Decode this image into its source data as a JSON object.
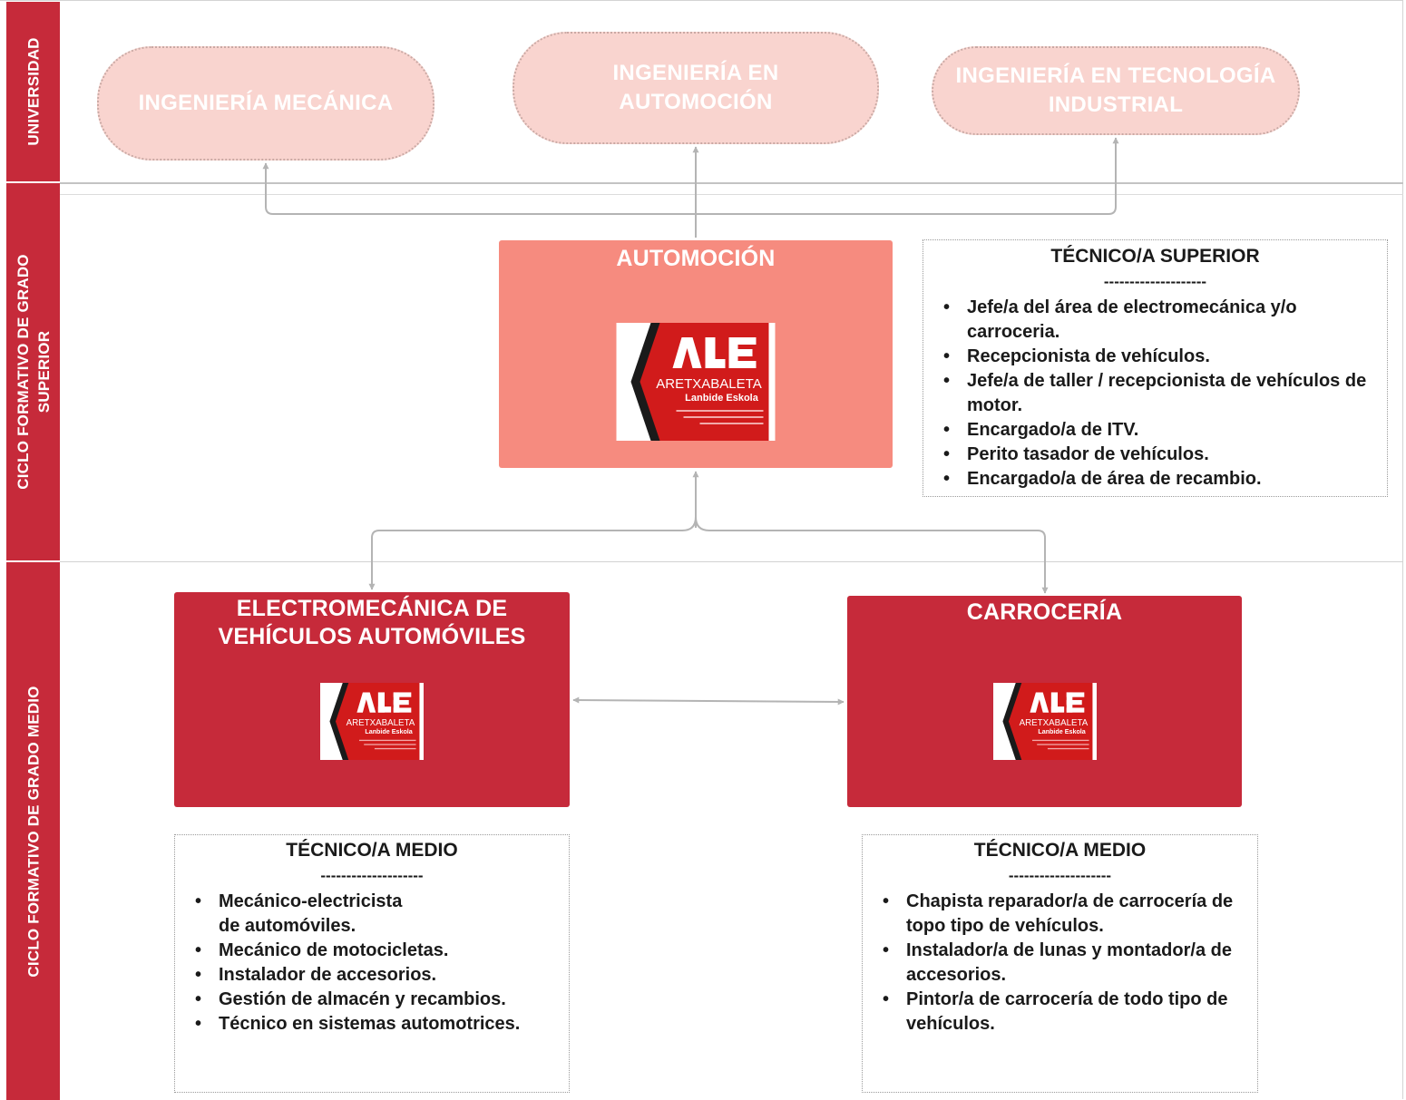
{
  "rows": {
    "universidad": [
      "UNIVERSIDAD"
    ],
    "superior": [
      "CICLO FORMATIVO DE GRADO",
      "SUPERIOR"
    ],
    "medio": [
      "CICLO FORMATIVO DE GRADO MEDIO"
    ]
  },
  "university": {
    "degrees": [
      [
        "INGENIERÍA MECÁNICA"
      ],
      [
        "INGENIERÍA EN",
        "AUTOMOCIÓN"
      ],
      [
        "INGENIERÍA EN TECNOLOGÍA",
        "INDUSTRIAL"
      ]
    ]
  },
  "programs": {
    "automocion": {
      "title": [
        "AUTOMOCIÓN"
      ]
    },
    "electromecanica": {
      "title": [
        "ELECTROMECÁNICA DE",
        "VEHÍCULOS AUTOMÓVILES"
      ]
    },
    "carroceria": {
      "title": [
        "CARROCERÍA"
      ]
    }
  },
  "logo": {
    "mark": "ALE",
    "name": "ARETXABALETA",
    "subtitle": "Lanbide Eskola"
  },
  "profiles": {
    "superior": {
      "title": "TÉCNICO/A SUPERIOR",
      "separator": "--------------------",
      "items": [
        "Jefe/a del área de electromecánica y/o carroceria.",
        "Recepcionista de vehículos.",
        "Jefe/a de taller / recepcionista de vehículos de motor.",
        "Encargado/a de ITV.",
        "Perito tasador de vehículos.",
        "Encargado/a de área de recambio."
      ]
    },
    "medio_electromecanica": {
      "title": "TÉCNICO/A MEDIO",
      "separator": "--------------------",
      "items": [
        "Mecánico-electricista de automóviles.",
        "Mecánico de motocicletas.",
        "Instalador de accesorios.",
        "Gestión de almacén y recambios.",
        "Técnico en sistemas automotrices."
      ]
    },
    "medio_carroceria": {
      "title": "TÉCNICO/A MEDIO",
      "separator": "--------------------",
      "items": [
        "Chapista reparador/a de carrocería de topo tipo de vehículos.",
        "Instalador/a de lunas y montador/a de accesorios.",
        "Pintor/a de carrocería de todo tipo de vehículos."
      ]
    }
  },
  "colors": {
    "band": "#c62a3a",
    "automocion_box": "#f68b7f",
    "grado_medio_box": "#c62a3a",
    "university_oval": "#f9d4cf",
    "connector": "#b4b4b4"
  }
}
